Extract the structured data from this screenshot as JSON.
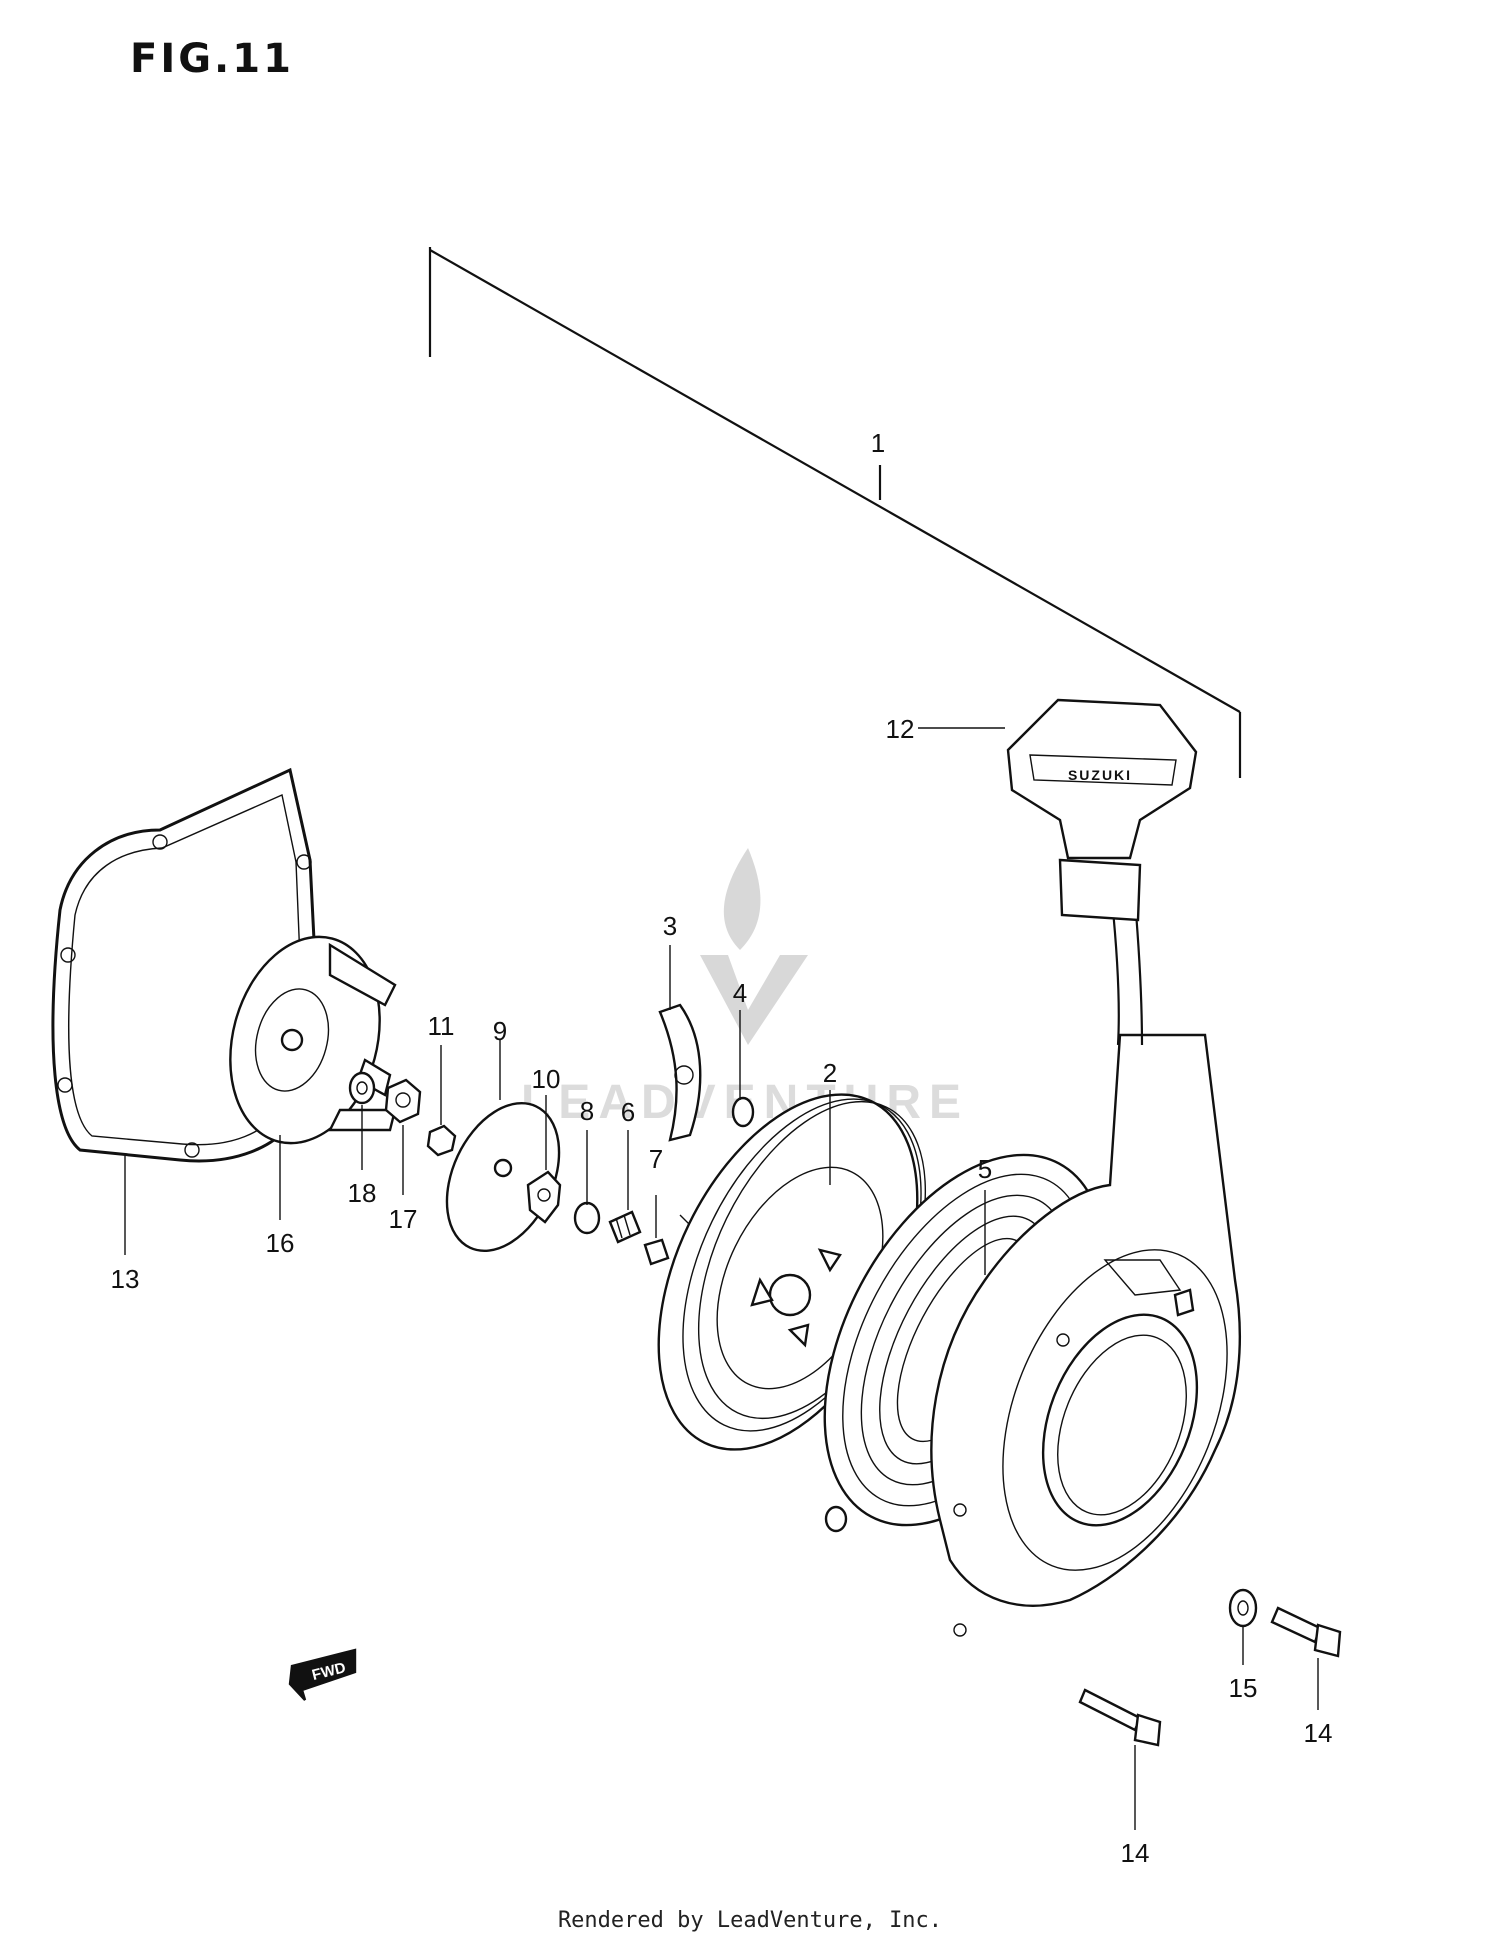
{
  "figure": {
    "title": "FIG.11"
  },
  "footer": {
    "credit": "Rendered by LeadVenture, Inc."
  },
  "watermark": {
    "text": "LEADVENTURE",
    "logo": "flame-v-logo"
  },
  "arrow": {
    "label": "FWD"
  },
  "handle": {
    "brand": "SUZUKI"
  },
  "callouts": [
    {
      "id": "1",
      "label": "1"
    },
    {
      "id": "2",
      "label": "2"
    },
    {
      "id": "3",
      "label": "3"
    },
    {
      "id": "4",
      "label": "4"
    },
    {
      "id": "5",
      "label": "5"
    },
    {
      "id": "6",
      "label": "6"
    },
    {
      "id": "7",
      "label": "7"
    },
    {
      "id": "8",
      "label": "8"
    },
    {
      "id": "9",
      "label": "9"
    },
    {
      "id": "10",
      "label": "10"
    },
    {
      "id": "11",
      "label": "11"
    },
    {
      "id": "12",
      "label": "12"
    },
    {
      "id": "13",
      "label": "13"
    },
    {
      "id": "14a",
      "label": "14"
    },
    {
      "id": "14b",
      "label": "14"
    },
    {
      "id": "15",
      "label": "15"
    },
    {
      "id": "16",
      "label": "16"
    },
    {
      "id": "17",
      "label": "17"
    },
    {
      "id": "18",
      "label": "18"
    }
  ]
}
